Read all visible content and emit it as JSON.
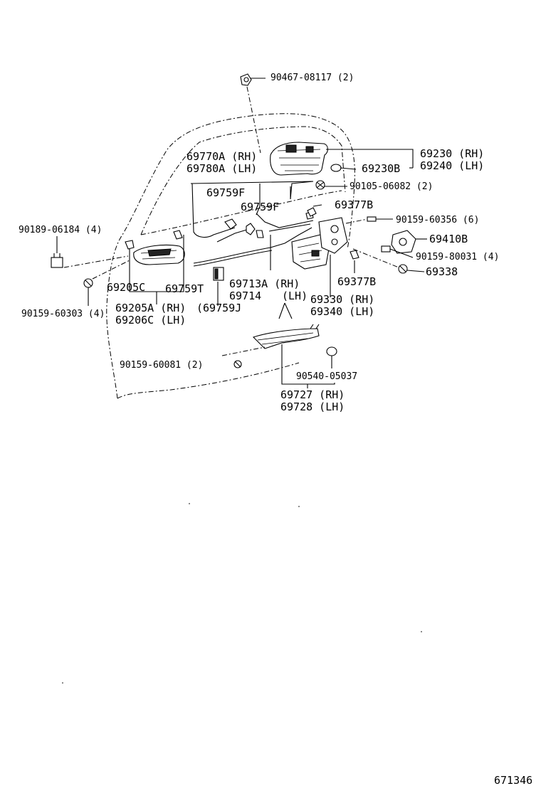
{
  "labels": {
    "p90467": "90467-08117 (2)",
    "p69770A": "69770A (RH)",
    "p69780A": "69780A (LH)",
    "p69230rh": "69230 (RH)",
    "p69240lh": "69240 (LH)",
    "p69230B": "69230B",
    "p90105": "90105-06082 (2)",
    "p69759F_1": "69759F",
    "p69759F_2": "69759F",
    "p69377B_top": "69377B",
    "p90159_60356": "90159-60356 (6)",
    "p90189": "90189-06184 (4)",
    "p69410B": "69410B",
    "p90159_80031": "90159-80031 (4)",
    "p69338": "69338",
    "p69377B_bot": "69377B",
    "p69205C": "69205C",
    "p69759T": "69759T",
    "p69713A": "69713A (RH)",
    "p69714": "69714",
    "p69714lh": "(LH)",
    "p69330": "69330 (RH)",
    "p69340": "69340 (LH)",
    "p90159_60303": "90159-60303 (4)",
    "p69205A": "69205A (RH)",
    "p69206C": "69206C (LH)",
    "p69759J": "(69759J",
    "p90159_60081": "90159-60081 (2)",
    "p90540": "90540-05037",
    "p69727": "69727 (RH)",
    "p69728": "69728 (LH)",
    "diagram_id": "671346"
  }
}
